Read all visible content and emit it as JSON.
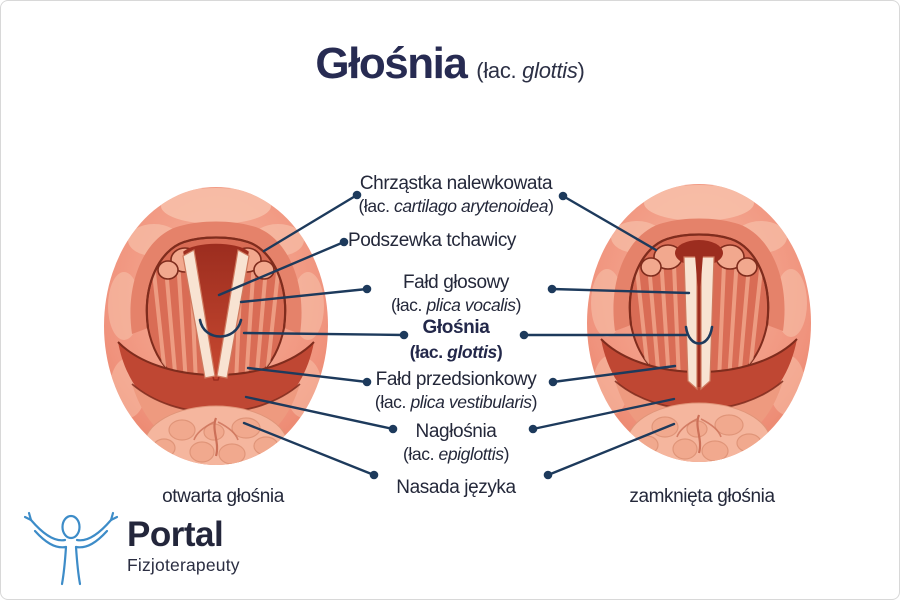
{
  "title": {
    "main": "Głośnia",
    "latin_prefix": "(łac. ",
    "latin_term": "glottis",
    "latin_suffix": ")"
  },
  "latin_prefix": "(łac. ",
  "latin_suffix": ")",
  "labels": [
    {
      "name": "Chrząstka nalewkowata",
      "latin": "cartilago arytenoidea"
    },
    {
      "name": "Podszewka tchawicy"
    },
    {
      "name": "Fałd głosowy",
      "latin": "plica vocalis"
    },
    {
      "name": "Głośnia",
      "latin": "glottis",
      "bold": true
    },
    {
      "name": "Fałd przedsionkowy",
      "latin": "plica vestibularis"
    },
    {
      "name": "Nagłośnia",
      "latin": "epiglottis"
    },
    {
      "name": "Nasada języka"
    }
  ],
  "captions": {
    "left": "otwarta głośnia",
    "right": "zamknięta głośnia"
  },
  "logo": {
    "name": "Portal",
    "subtitle": "Fizjoterapeuty"
  },
  "palette": {
    "skin_light": "#f7b49c",
    "skin": "#f0937d",
    "skin_deep": "#e88066",
    "blob": "#f7bfa8",
    "arch": "#e5826a",
    "outline": "#7f2c1d",
    "muscle": "#d96c55",
    "stripe": "#f2a98e",
    "bump": "#f2a88e",
    "red_deep": "#9c2d1f",
    "red_mid": "#c2452e",
    "cord": "#f8e3d2",
    "cord_edge": "#cf7a5f",
    "band_dark": "#bf4733",
    "band_light": "#ee9a7f",
    "tongue": "#f5b69e",
    "tongue_bump": "#f1a98e",
    "tongue_bump_edge": "#e09579",
    "groove": "#cc7058",
    "navy": "#1d3a5c",
    "title_navy": "#272b52",
    "text_dark": "#24283a",
    "logo_blue": "#3d8cc8",
    "logo_text": "#23263b",
    "border": "#d8d8d8"
  }
}
